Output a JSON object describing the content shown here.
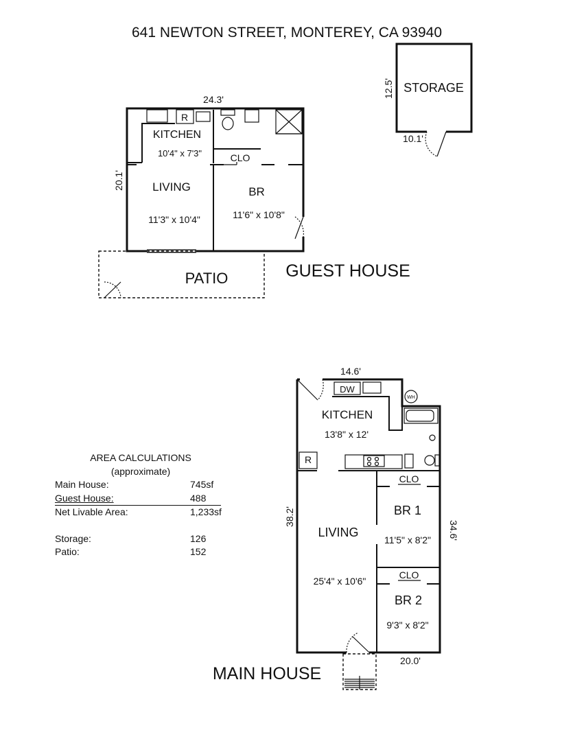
{
  "title": "641 NEWTON STREET, MONTEREY, CA  93940",
  "storage": {
    "label": "STORAGE",
    "depth": "12.5'",
    "width": "10.1'"
  },
  "guest_house": {
    "label": "GUEST HOUSE",
    "top_dim": "24.3'",
    "side_dim": "20.1'",
    "fridge": "R",
    "closet": "CLO",
    "rooms": {
      "kitchen": {
        "name": "KITCHEN",
        "size": "10'4\" x 7'3\""
      },
      "living": {
        "name": "LIVING",
        "size": "11'3\" x 10'4\""
      },
      "br": {
        "name": "BR",
        "size": "11'6\" x 10'8\""
      }
    },
    "patio": "PATIO"
  },
  "main_house": {
    "label": "MAIN HOUSE",
    "top_dim": "14.6'",
    "left_dim": "38.2'",
    "right_dim": "34.6'",
    "bottom_dim": "20.0'",
    "dishwasher": "DW",
    "water_heater": "WH",
    "fridge": "R",
    "closet1": "CLO",
    "closet2": "CLO",
    "rooms": {
      "kitchen": {
        "name": "KITCHEN",
        "size": "13'8\" x 12'"
      },
      "living": {
        "name": "LIVING",
        "size": "25'4\" x 10'6\""
      },
      "br1": {
        "name": "BR 1",
        "size": "11'5\" x 8'2\""
      },
      "br2": {
        "name": "BR 2",
        "size": "9'3\" x 8'2\""
      }
    }
  },
  "area_calculations": {
    "title": "AREA CALCULATIONS",
    "subtitle": "(approximate)",
    "rows": [
      {
        "label": "Main House:",
        "value": "745sf"
      },
      {
        "label": "Guest House:",
        "value": "488"
      },
      {
        "label": "Net Livable Area:",
        "value": "1,233sf"
      },
      {
        "label": "Storage:",
        "value": "126"
      },
      {
        "label": "Patio:",
        "value": "152"
      }
    ]
  }
}
